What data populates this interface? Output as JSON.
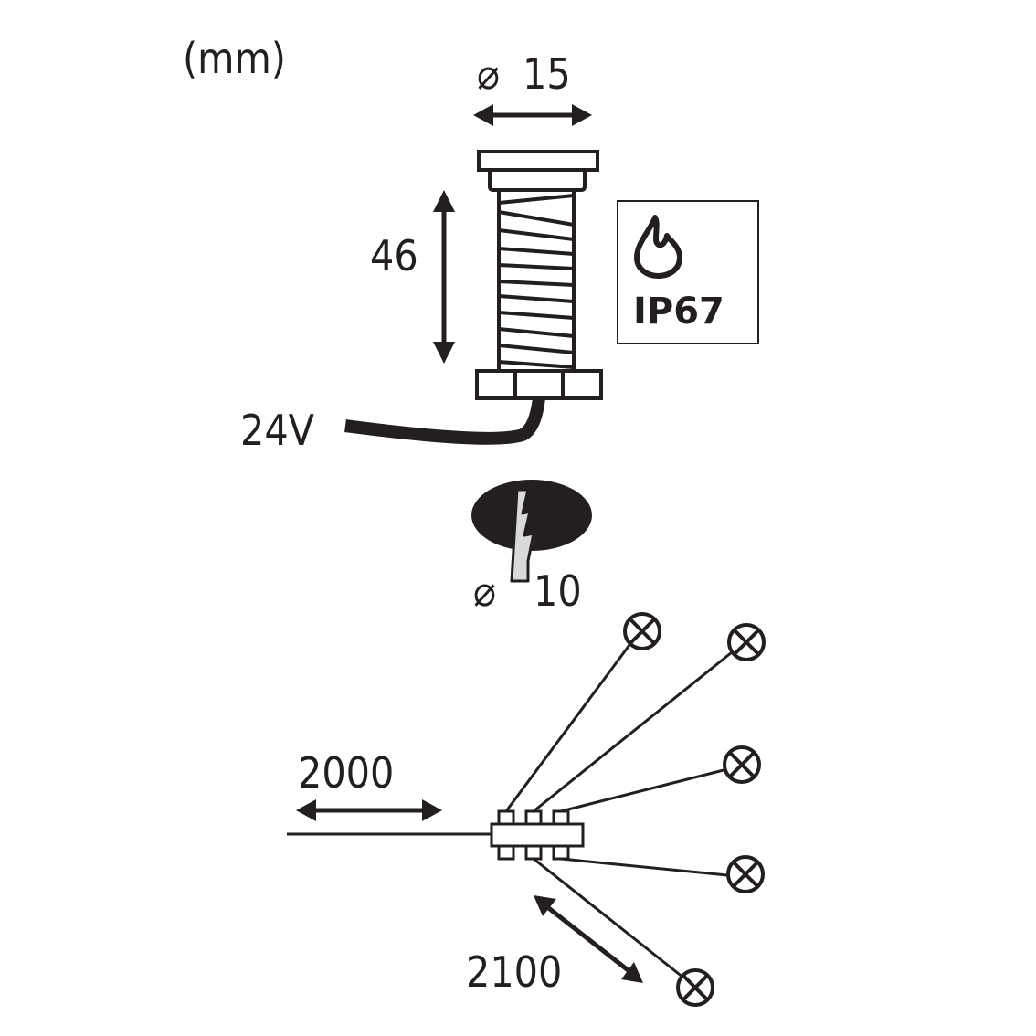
{
  "units_label": "(mm)",
  "dimensions": {
    "head_diameter": "15",
    "body_height": "46",
    "drill_diameter": "10",
    "feed_cable_length": "2000",
    "branch_cable_length": "2100"
  },
  "diameter_symbol": "⌀",
  "voltage_label": "24V",
  "protection_rating": "IP67",
  "icons": [
    "water-drop-icon",
    "drill-bit-icon",
    "lamp-symbol-icon"
  ],
  "colors": {
    "ink": "#231f20",
    "drill_tip": "#d9d9d9"
  },
  "lamp_count": 5
}
